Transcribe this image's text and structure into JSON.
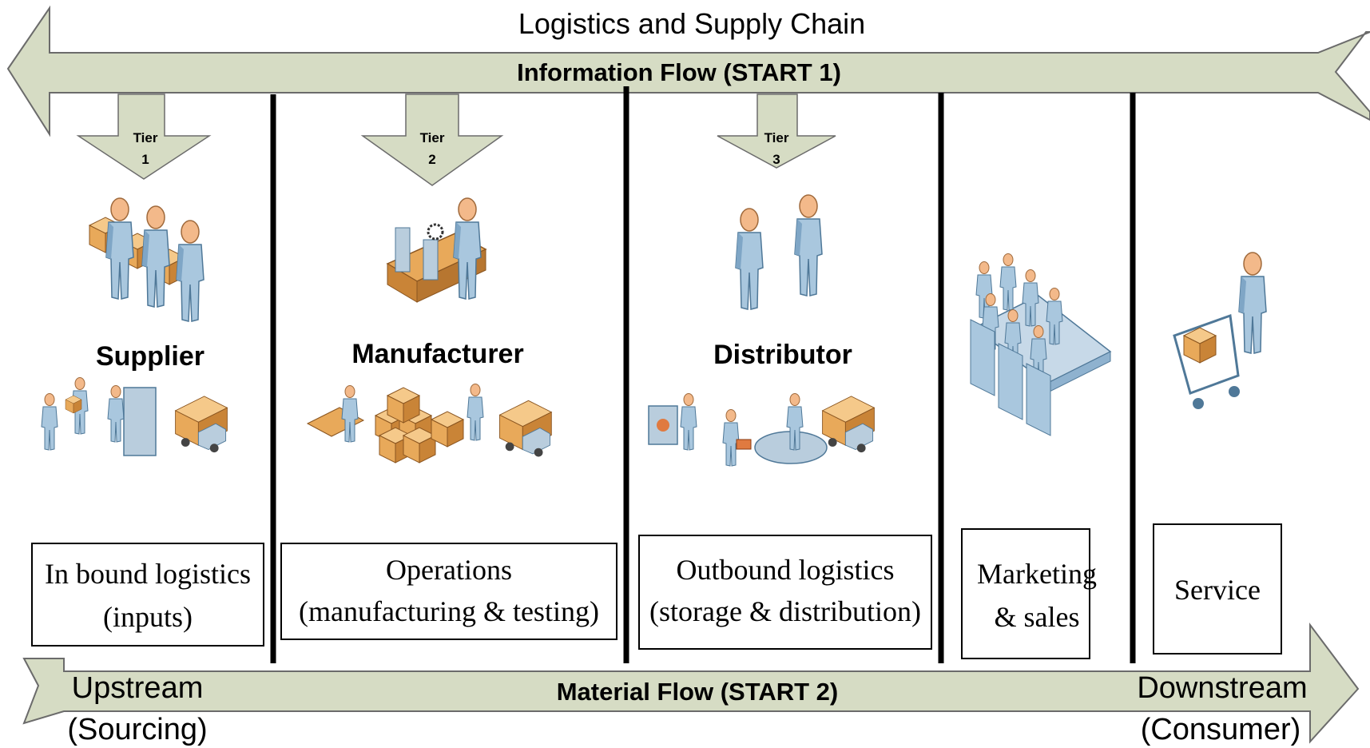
{
  "title": "Logistics and Supply Chain",
  "information_flow_label": "Information Flow (START 1)",
  "material_flow_label": "Material Flow (START 2)",
  "upstream": {
    "line1": "Upstream",
    "line2": "(Sourcing)"
  },
  "downstream": {
    "line1": "Downstream",
    "line2": "(Consumer)"
  },
  "tiers": [
    {
      "line1": "Tier",
      "line2": "1"
    },
    {
      "line1": "Tier",
      "line2": "2"
    },
    {
      "line1": "Tier",
      "line2": "3"
    }
  ],
  "roles": {
    "supplier": "Supplier",
    "manufacturer": "Manufacturer",
    "distributor": "Distributor"
  },
  "activities": [
    {
      "line1": "In bound logistics",
      "line2": "(inputs)"
    },
    {
      "line1": "Operations",
      "line2": "(manufacturing & testing)"
    },
    {
      "line1": "Outbound logistics",
      "line2": "(storage & distribution)"
    },
    {
      "line1": "Marketing",
      "line2": "& sales"
    },
    {
      "line1": "Service",
      "line2": ""
    }
  ],
  "colors": {
    "arrow_fill": "#d6dcc4",
    "arrow_stroke": "#6b6b6b",
    "person_body": "#a9c7de",
    "person_shade": "#6f98b8",
    "person_head": "#f3b98a",
    "box": "#e8a95a",
    "box_dark": "#b77630",
    "divider": "#000000"
  }
}
